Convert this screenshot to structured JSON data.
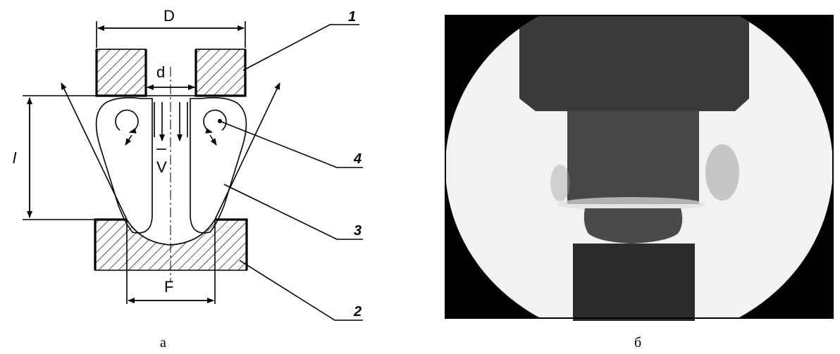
{
  "diagram": {
    "labels": {
      "outer_diameter": "D",
      "nozzle_diameter": "d",
      "gap_length": "l",
      "velocity": "V",
      "spot": "F"
    },
    "callouts": [
      "1",
      "2",
      "3",
      "4"
    ]
  },
  "captions": {
    "left": "а",
    "right": "б"
  }
}
